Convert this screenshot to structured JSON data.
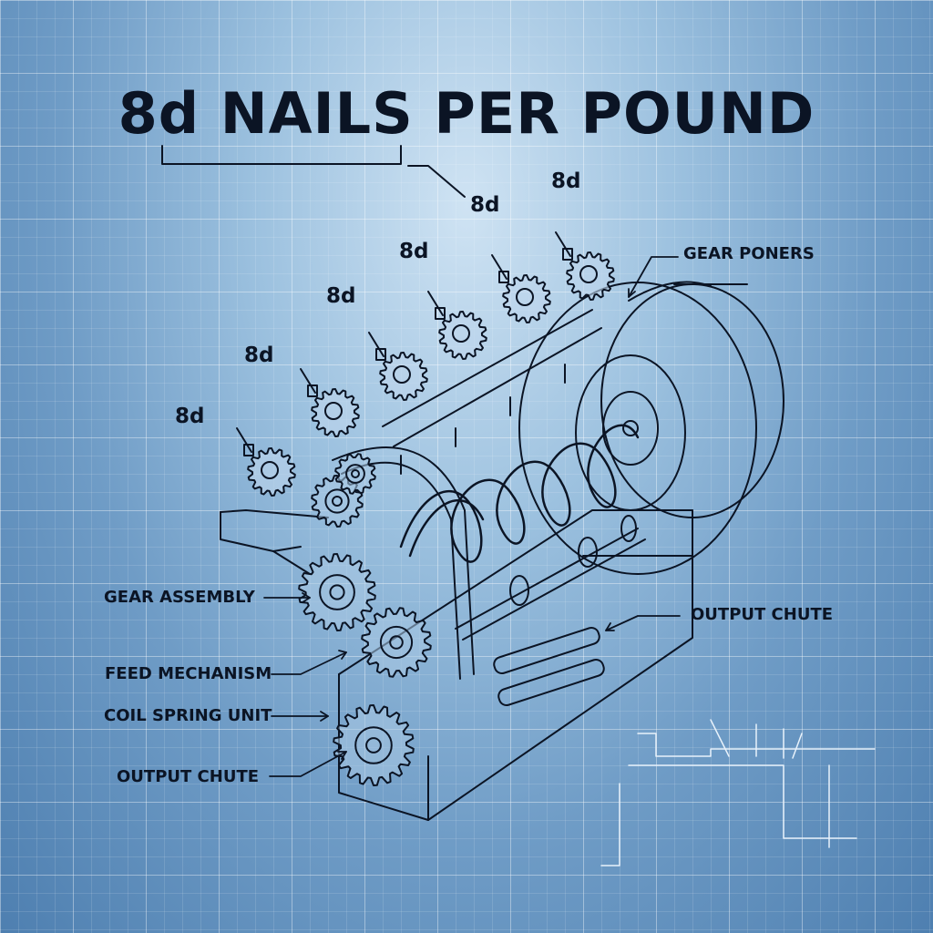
{
  "diagram": {
    "title": "8d NAILS PER POUND",
    "nail_size_labels": [
      "8d",
      "8d",
      "8d",
      "8d",
      "8d",
      "8d"
    ],
    "callouts": {
      "gear_poners": "GEAR PONERS",
      "gear_assembly": "GEAR ASSEMBLY",
      "feed_mechanism": "FEED MECHANISM",
      "coil_spring_unit": "COIL SPRING UNIT",
      "output_chute_left": "OUTPUT CHUTE",
      "output_chute_right": "OUTPUT CHUTE"
    }
  },
  "colors": {
    "background": "#6f9cc6",
    "grid_line": "#ffffff",
    "ink": "#0b1424"
  }
}
